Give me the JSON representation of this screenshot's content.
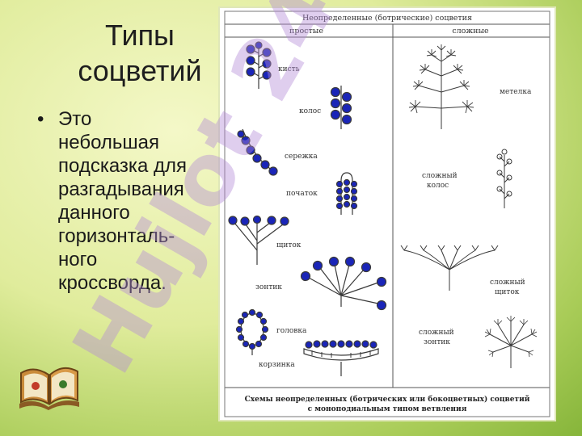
{
  "slide": {
    "title_line1": "Типы",
    "title_line2": "соцветий",
    "bullet_marker": "•",
    "bullet_lines": [
      "Это",
      "небольшая",
      "подсказка для",
      "разгадывания",
      "данного",
      "горизонталь-",
      "ного",
      "кроссворда."
    ]
  },
  "diagram": {
    "header": "Неопределенные (ботрические) соцветия",
    "col_simple": "простые",
    "col_complex": "сложные",
    "labels": {
      "kist": "кисть",
      "kolos": "колос",
      "serezhka": "сережка",
      "pochatok": "початок",
      "shchitok": "щиток",
      "zontik": "зонтик",
      "golovka": "головка",
      "korzinka": "корзинка",
      "metelka": "метелка",
      "slozh_kolos_1": "сложный",
      "slozh_kolos_2": "колос",
      "slozh_shchitok_1": "сложный",
      "slozh_shchitok_2": "щиток",
      "slozh_zontik_1": "сложный",
      "slozh_zontik_2": "зонтик"
    },
    "caption_line1": "Схемы неопределенных (ботрических или бокоцветных) соцветий",
    "caption_line2": "с моноподиальным типом ветвления"
  },
  "watermark_text": "Hujlot 24",
  "colors": {
    "flower_blue": "#1a25b8",
    "watermark": "#b38bd6",
    "line": "#3a3a3a"
  }
}
